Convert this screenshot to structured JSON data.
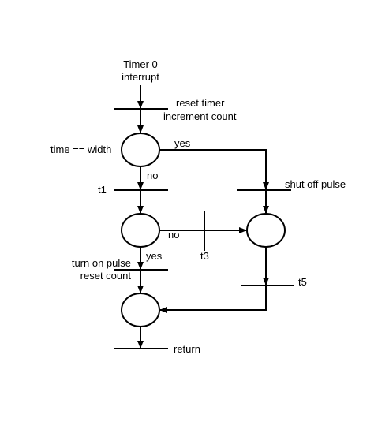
{
  "labels": {
    "timer_line1": "Timer 0",
    "timer_line2": "interrupt",
    "reset_timer": "reset timer",
    "increment_count": "increment count",
    "time_eq_width": "time == width",
    "yes_top": "yes",
    "no_top": "no",
    "t1": "t1",
    "shut_off_pulse": "shut off pulse",
    "no_mid": "no",
    "t3": "t3",
    "turn_on_pulse": "turn on pulse",
    "reset_count": "reset count",
    "yes_mid": "yes",
    "t5": "t5",
    "return": "return"
  },
  "colors": {
    "line": "#000000",
    "background": "#ffffff"
  }
}
